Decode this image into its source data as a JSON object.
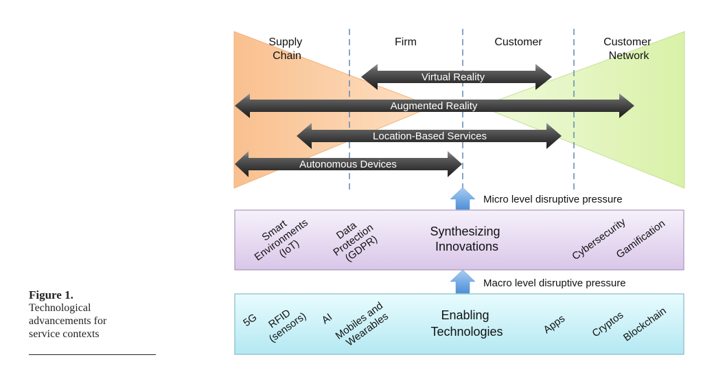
{
  "caption": {
    "figure_number": "Figure 1.",
    "title_lines": [
      "Technological",
      "advancements for",
      "service contexts"
    ]
  },
  "columns": [
    {
      "lines": [
        "Supply",
        "Chain"
      ]
    },
    {
      "lines": [
        "Firm"
      ]
    },
    {
      "lines": [
        "Customer"
      ]
    },
    {
      "lines": [
        "Customer",
        "Network"
      ]
    }
  ],
  "arrows": [
    {
      "label": "Virtual Reality",
      "from": "Firm",
      "to": "Customer"
    },
    {
      "label": "Augmented Reality",
      "from": "Supply Chain",
      "to": "Customer Network"
    },
    {
      "label": "Location-Based Services",
      "from": "Supply Chain",
      "to": "Customer"
    },
    {
      "label": "Autonomous Devices",
      "from": "Supply Chain",
      "to": "Firm"
    }
  ],
  "pressures": {
    "micro": "Micro level disruptive pressure",
    "macro": "Macro level disruptive pressure"
  },
  "synthesizing": {
    "title_lines": [
      "Synthesizing",
      "Innovations"
    ],
    "items": [
      {
        "lines": [
          "Smart",
          "Environments",
          "(IoT)"
        ]
      },
      {
        "lines": [
          "Data",
          "Protection",
          "(GDPR)"
        ]
      },
      {
        "lines": [
          "Cybersecurity"
        ]
      },
      {
        "lines": [
          "Gamification"
        ]
      }
    ]
  },
  "enabling": {
    "title_lines": [
      "Enabling",
      "Technologies"
    ],
    "items": [
      {
        "lines": [
          "5G"
        ]
      },
      {
        "lines": [
          "RFID",
          "(sensors)"
        ]
      },
      {
        "lines": [
          "AI"
        ]
      },
      {
        "lines": [
          "Mobiles and",
          "Wearables"
        ]
      },
      {
        "lines": [
          "Apps"
        ]
      },
      {
        "lines": [
          "Cryptos"
        ]
      },
      {
        "lines": [
          "Blockchain"
        ]
      }
    ]
  },
  "colors": {
    "supply_fill": "#fbcb9f",
    "network_fill": "#e3f5bd",
    "synth_fill_top": "#f4eefa",
    "synth_fill_bottom": "#dccbe9",
    "synth_border": "#a996be",
    "enable_fill_top": "#e6fbfd",
    "enable_fill_bottom": "#b9eaf3",
    "enable_border": "#86b9c7",
    "dashed_line": "#5f86b3",
    "arrow_dark": "#3d3d3d",
    "pressure_arrow": "#6aa3dd"
  }
}
